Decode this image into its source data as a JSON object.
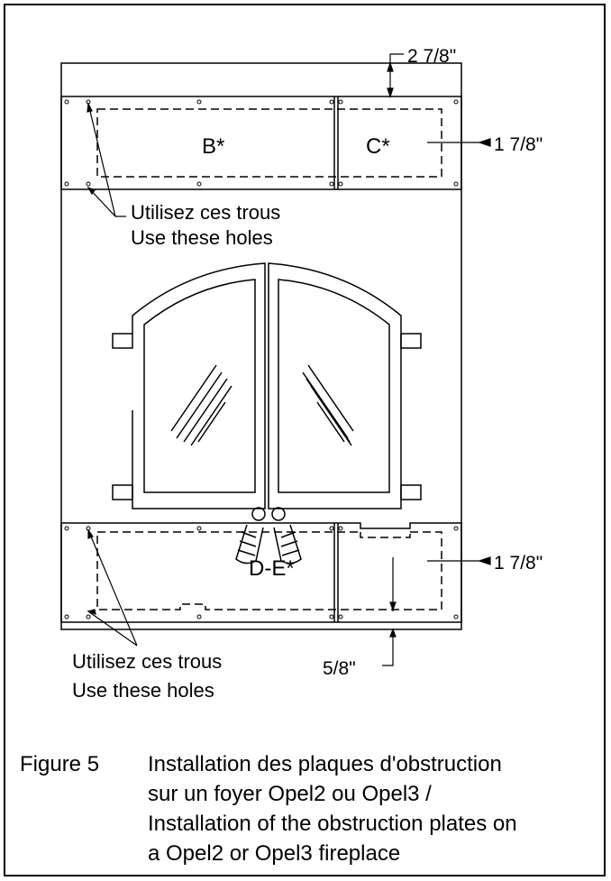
{
  "labels": {
    "dim_top": "2 7/8\"",
    "dim_right_upper": "1 7/8\"",
    "dim_right_lower": "1 7/8\"",
    "dim_bottom": "5/8\"",
    "plate_b": "B*",
    "plate_c": "C*",
    "plate_de": "D-E*",
    "holes_upper_fr": "Utilisez ces trous",
    "holes_upper_en": "Use these holes",
    "holes_lower_fr": "Utilisez ces trous",
    "holes_lower_en": "Use these holes"
  },
  "caption": {
    "number": "Figure 5",
    "lines": [
      "Installation des plaques d'obstruction",
      "sur un foyer Opel2 ou Opel3 /",
      "Installation of the obstruction plates on",
      "a Opel2 or Opel3 fireplace"
    ]
  }
}
